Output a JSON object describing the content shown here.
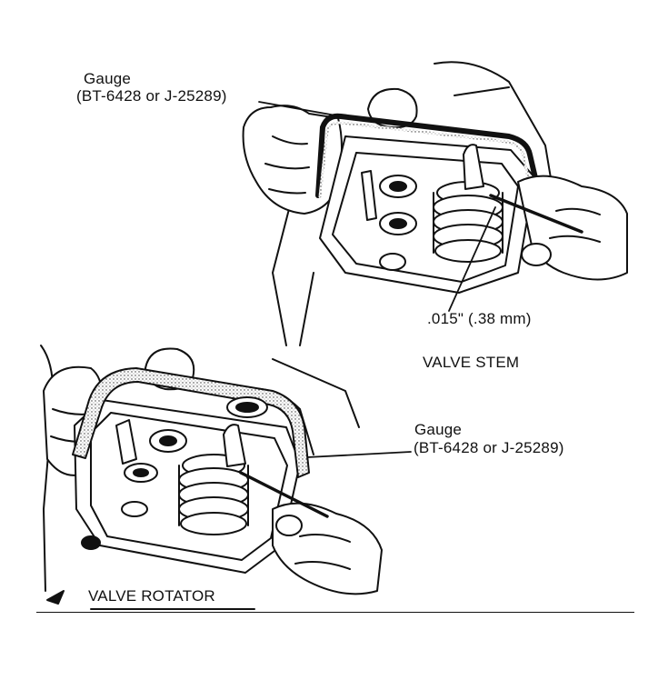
{
  "labels": {
    "top_gauge_name": "Gauge",
    "top_gauge_part": "(BT-6428 or J-25289)",
    "clearance": ".015\" (.38 mm)",
    "valve_stem": "VALVE STEM",
    "mid_gauge_name": "Gauge",
    "mid_gauge_part": "(BT-6428 or J-25289)",
    "valve_rotator": "VALVE ROTATOR"
  },
  "colors": {
    "ink": "#111111",
    "paper": "#ffffff",
    "shade": "#bdbdbd"
  }
}
